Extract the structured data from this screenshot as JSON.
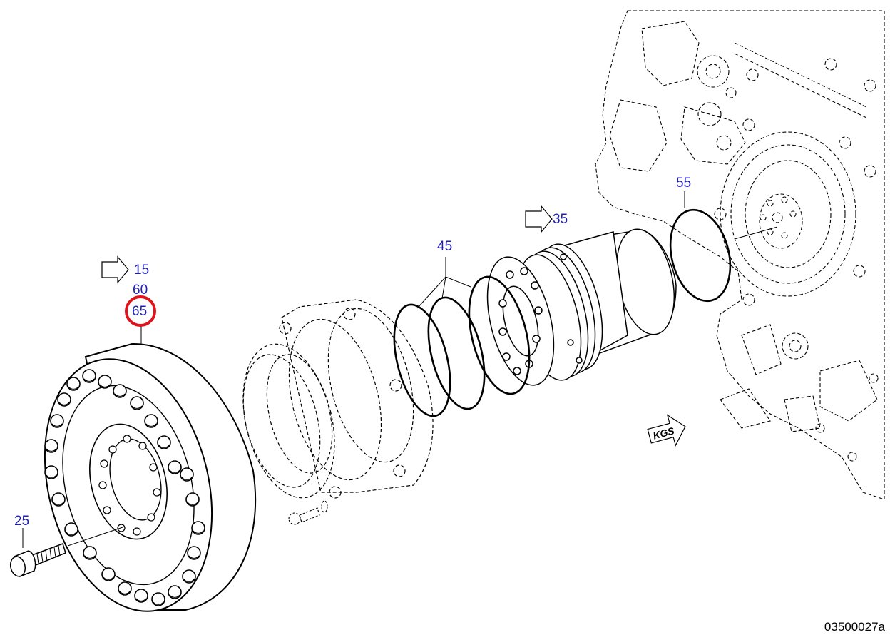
{
  "diagram": {
    "reference_code": "03500027a",
    "highlight_color": "#e0121b",
    "callout_color": "#1f1fb8",
    "callouts": {
      "p15": "15",
      "p60": "60",
      "p65": "65",
      "p25": "25",
      "p45": "45",
      "p35": "35",
      "p55": "55"
    },
    "kgs_label": "KGS",
    "selected_part": "65"
  }
}
